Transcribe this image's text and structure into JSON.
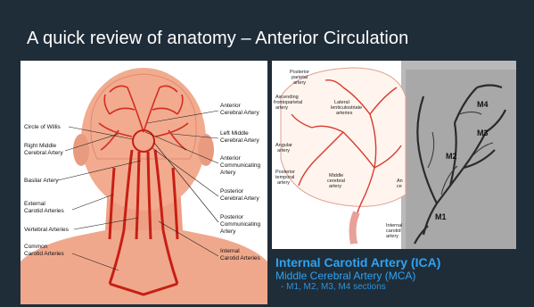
{
  "slide": {
    "title": "A quick review of anatomy – Anterior Circulation"
  },
  "left_figure": {
    "labels_left": [
      "Circle of Willis",
      "Right Middle",
      "Cerebral Artery",
      "Basilar Artery",
      "External",
      "Carotid Arteries",
      "Vertebral Arteries",
      "Common",
      "Carotid Arteries"
    ],
    "labels_right": [
      "Anterior",
      "Cerebral Artery",
      "Left Middle",
      "Cerebral Artery",
      "Anterior",
      "Communicating",
      "Artery",
      "Posterior",
      "Cerebral Artery",
      "Posterior",
      "Communicating",
      "Artery",
      "Internal",
      "Carotid Arteries"
    ]
  },
  "right_figure": {
    "drawing_labels": [
      "Posterior",
      "parietal",
      "artery",
      "Ascending",
      "frontoparietal",
      "artery",
      "Lateral",
      "lenticulostriate",
      "arteries",
      "Angular",
      "artery",
      "Posterior",
      "temporal",
      "artery",
      "Middle",
      "cerebral",
      "artery",
      "An",
      "ce",
      "Internal",
      "carotid",
      "artery"
    ],
    "angio_labels": [
      "M4",
      "M3",
      "M2",
      "M1"
    ]
  },
  "caption": {
    "title": "Internal Carotid Artery (ICA)",
    "subtitle": "Middle Cerebral Artery (MCA)",
    "detail": "- M1, M2, M3, M4 sections"
  },
  "colors": {
    "background": "#1f2d39",
    "accent": "#2ea3f2",
    "artery": "#d62b1f",
    "skin": "#f0a88c"
  }
}
